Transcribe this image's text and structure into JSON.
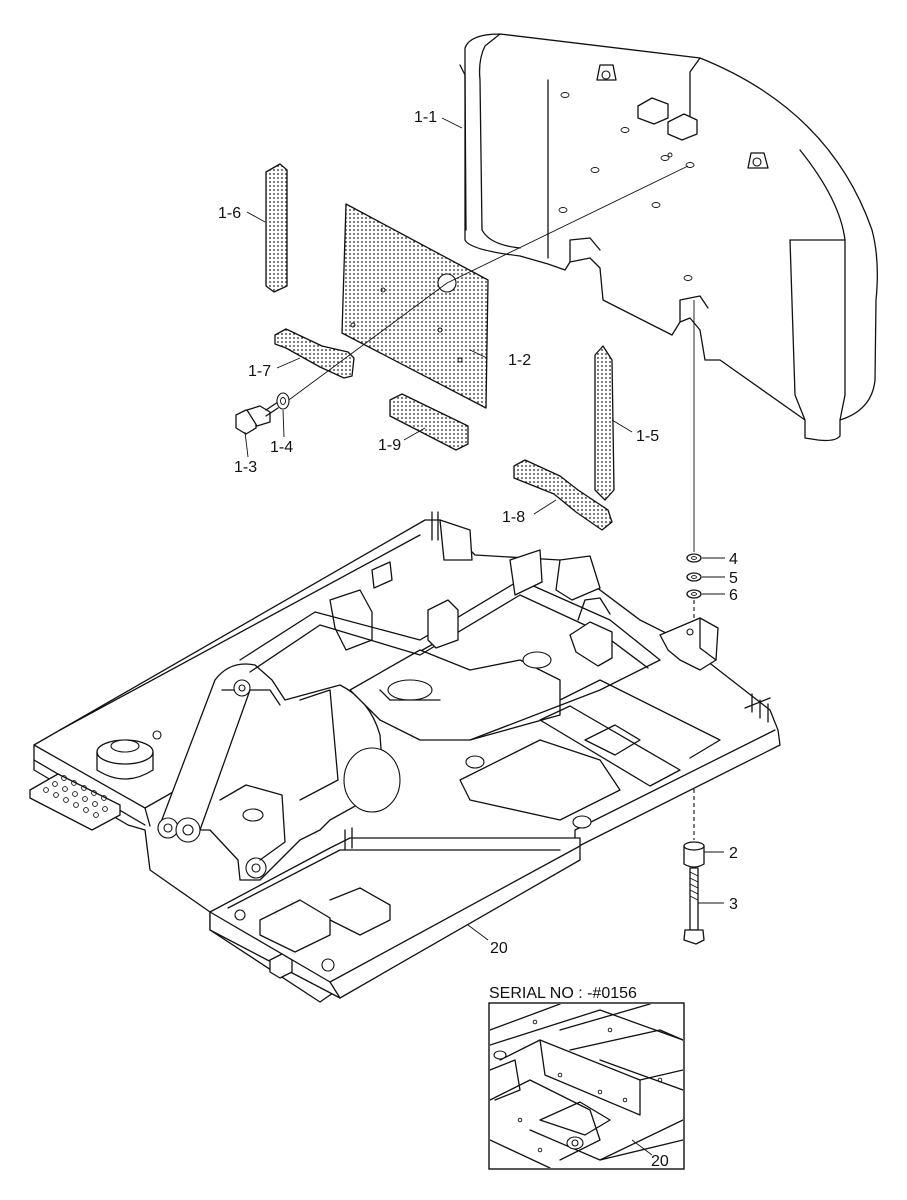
{
  "callouts": {
    "c1_1": "1-1",
    "c1_2": "1-2",
    "c1_3": "1-3",
    "c1_4": "1-4",
    "c1_5": "1-5",
    "c1_6": "1-6",
    "c1_7": "1-7",
    "c1_8": "1-8",
    "c1_9": "1-9",
    "c2": "2",
    "c3": "3",
    "c4": "4",
    "c5": "5",
    "c6": "6",
    "c20": "20"
  },
  "inset": {
    "title": "SERIAL NO : -#0156",
    "callout": "20"
  },
  "colors": {
    "line": "#111111",
    "background": "#ffffff"
  }
}
